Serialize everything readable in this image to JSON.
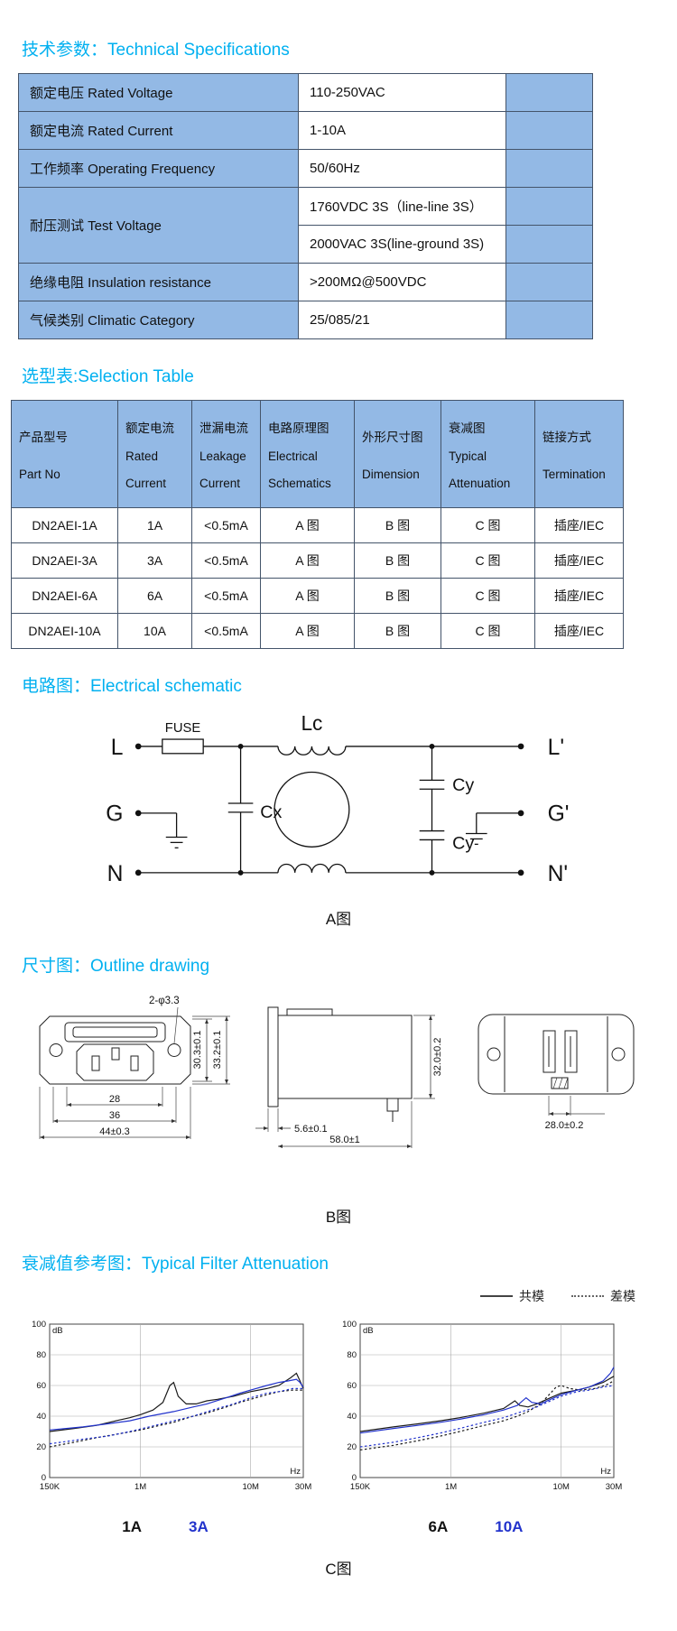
{
  "theme": {
    "accent": "#00b0f0",
    "table-fill": "#93b9e5",
    "table-border": "#44546a",
    "curve-black": "#1a1a1a",
    "curve-blue": "#2233cc"
  },
  "specs": {
    "title": "技术参数：Technical Specifications",
    "rows": [
      {
        "label": "额定电压 Rated Voltage",
        "values": [
          "110-250VAC"
        ]
      },
      {
        "label": "额定电流 Rated Current",
        "values": [
          "1-10A"
        ]
      },
      {
        "label": "工作频率 Operating Frequency",
        "values": [
          "50/60Hz"
        ]
      },
      {
        "label": "耐压测试 Test Voltage",
        "values": [
          "1760VDC 3S（line-line 3S）",
          "2000VAC 3S(line-ground 3S)"
        ]
      },
      {
        "label": "绝缘电阻 Insulation resistance",
        "values": [
          ">200MΩ@500VDC"
        ]
      },
      {
        "label": "气候类别 Climatic Category",
        "values": [
          "25/085/21"
        ]
      }
    ]
  },
  "selection": {
    "title": "选型表:Selection Table",
    "headers": [
      {
        "lines": [
          "产品型号",
          "Part No"
        ]
      },
      {
        "lines": [
          "额定电流",
          "Rated",
          "Current"
        ]
      },
      {
        "lines": [
          "泄漏电流",
          "Leakage",
          "Current"
        ]
      },
      {
        "lines": [
          "电路原理图",
          "Electrical",
          "Schematics"
        ]
      },
      {
        "lines": [
          "外形尺寸图",
          "Dimension"
        ]
      },
      {
        "lines": [
          "衰减图",
          "Typical",
          "Attenuation"
        ]
      },
      {
        "lines": [
          "链接方式",
          "Termination"
        ]
      }
    ],
    "rows": [
      [
        "DN2AEI-1A",
        "1A",
        "<0.5mA",
        "A 图",
        "B 图",
        "C 图",
        "插座/IEC"
      ],
      [
        "DN2AEI-3A",
        "3A",
        "<0.5mA",
        "A 图",
        "B 图",
        "C 图",
        "插座/IEC"
      ],
      [
        "DN2AEI-6A",
        "6A",
        "<0.5mA",
        "A 图",
        "B 图",
        "C 图",
        "插座/IEC"
      ],
      [
        "DN2AEI-10A",
        "10A",
        "<0.5mA",
        "A 图",
        "B 图",
        "C 图",
        "插座/IEC"
      ]
    ]
  },
  "schematic": {
    "title": "电路图：Electrical schematic",
    "caption": "A图",
    "labels": {
      "left_top": "L",
      "left_mid": "G",
      "left_bottom": "N",
      "right_top": "L'",
      "right_mid": "G'",
      "right_bottom": "N'",
      "fuse": "FUSE",
      "lc": "Lc",
      "cx": "Cx",
      "cy_top": "Cy",
      "cy_bottom": "Cy"
    }
  },
  "outline": {
    "title": "尺寸图：Outline drawing",
    "caption": "B图",
    "dims": {
      "hole": "2-φ3.3",
      "front_height_inner": "30.3±0.1",
      "front_height_outer": "33.2±0.1",
      "front_width_inner": "28",
      "front_width_mid": "36",
      "front_width_outer": "44±0.3",
      "side_height": "32.0±0.2",
      "flange_thickness": "5.6±0.1",
      "body_length": "58.0±1",
      "rear_width": "28.0±0.2"
    }
  },
  "attenuation": {
    "title": "衰减值参考图：Typical Filter Attenuation",
    "caption": "C图",
    "legend": [
      {
        "label": "共模",
        "style": "solid"
      },
      {
        "label": "差模",
        "style": "dashed"
      }
    ],
    "footers": [
      [
        "1A",
        "3A"
      ],
      [
        "6A",
        "10A"
      ]
    ]
  },
  "chart_data": [
    {
      "type": "line",
      "title": "Typical Filter Attenuation 1A/3A",
      "x_unit": "Hz",
      "y_unit": "dB",
      "x_ticks": [
        "150K",
        "1M",
        "10M",
        "30M"
      ],
      "x_tick_freq_mhz": [
        0.15,
        1,
        10,
        30
      ],
      "x_gridlines_mhz": [
        1,
        10
      ],
      "ylim": [
        0,
        100
      ],
      "y_ticks": [
        0,
        20,
        40,
        60,
        80,
        100
      ],
      "series": [
        {
          "name": "1A-共模",
          "color": "#1a1a1a",
          "dash": "solid",
          "points": [
            [
              0.15,
              30
            ],
            [
              0.25,
              32
            ],
            [
              0.4,
              34
            ],
            [
              0.6,
              37
            ],
            [
              0.8,
              39
            ],
            [
              1.0,
              41
            ],
            [
              1.3,
              44
            ],
            [
              1.6,
              49
            ],
            [
              1.85,
              60
            ],
            [
              2.0,
              62
            ],
            [
              2.2,
              53
            ],
            [
              2.6,
              48
            ],
            [
              3.2,
              48
            ],
            [
              4,
              50
            ],
            [
              5,
              51
            ],
            [
              7,
              53
            ],
            [
              10,
              56
            ],
            [
              14,
              58
            ],
            [
              18,
              60
            ],
            [
              23,
              65
            ],
            [
              26,
              68
            ],
            [
              28,
              63
            ],
            [
              30,
              58
            ]
          ]
        },
        {
          "name": "1A-差模",
          "color": "#1a1a1a",
          "dash": "dashed",
          "points": [
            [
              0.15,
              20
            ],
            [
              0.25,
              23
            ],
            [
              0.4,
              26
            ],
            [
              0.7,
              29
            ],
            [
              1,
              31
            ],
            [
              1.5,
              34
            ],
            [
              2,
              36
            ],
            [
              3,
              40
            ],
            [
              4,
              42
            ],
            [
              6,
              46
            ],
            [
              8,
              49
            ],
            [
              10,
              51
            ],
            [
              14,
              54
            ],
            [
              18,
              56
            ],
            [
              24,
              57
            ],
            [
              30,
              57
            ]
          ]
        },
        {
          "name": "3A-共模",
          "color": "#2233cc",
          "dash": "solid",
          "points": [
            [
              0.15,
              31
            ],
            [
              0.3,
              33
            ],
            [
              0.5,
              35
            ],
            [
              0.8,
              37
            ],
            [
              1.2,
              40
            ],
            [
              2,
              43
            ],
            [
              3,
              46
            ],
            [
              4,
              48
            ],
            [
              6,
              52
            ],
            [
              8,
              55
            ],
            [
              10,
              57
            ],
            [
              14,
              60
            ],
            [
              18,
              62
            ],
            [
              22,
              63
            ],
            [
              26,
              64
            ],
            [
              28,
              62
            ],
            [
              30,
              59
            ]
          ]
        },
        {
          "name": "3A-差模",
          "color": "#2233cc",
          "dash": "dashed",
          "points": [
            [
              0.15,
              22
            ],
            [
              0.3,
              25
            ],
            [
              0.5,
              27
            ],
            [
              0.8,
              30
            ],
            [
              1.2,
              33
            ],
            [
              2,
              37
            ],
            [
              3,
              40
            ],
            [
              5,
              45
            ],
            [
              7,
              48
            ],
            [
              10,
              52
            ],
            [
              14,
              55
            ],
            [
              18,
              56
            ],
            [
              24,
              58
            ],
            [
              30,
              58
            ]
          ]
        }
      ]
    },
    {
      "type": "line",
      "title": "Typical Filter Attenuation 6A/10A",
      "x_unit": "Hz",
      "y_unit": "dB",
      "x_ticks": [
        "150K",
        "1M",
        "10M",
        "30M"
      ],
      "x_tick_freq_mhz": [
        0.15,
        1,
        10,
        30
      ],
      "x_gridlines_mhz": [
        1,
        10
      ],
      "ylim": [
        0,
        100
      ],
      "y_ticks": [
        0,
        20,
        40,
        60,
        80,
        100
      ],
      "series": [
        {
          "name": "6A-共模",
          "color": "#1a1a1a",
          "dash": "solid",
          "points": [
            [
              0.15,
              30
            ],
            [
              0.3,
              33
            ],
            [
              0.5,
              35
            ],
            [
              0.8,
              37
            ],
            [
              1.2,
              39
            ],
            [
              2,
              42
            ],
            [
              3,
              45
            ],
            [
              3.8,
              50
            ],
            [
              4.2,
              47
            ],
            [
              5,
              46
            ],
            [
              6,
              48
            ],
            [
              8,
              52
            ],
            [
              10,
              55
            ],
            [
              14,
              57
            ],
            [
              18,
              59
            ],
            [
              24,
              62
            ],
            [
              30,
              66
            ]
          ]
        },
        {
          "name": "6A-差模",
          "color": "#1a1a1a",
          "dash": "dashed",
          "points": [
            [
              0.15,
              18
            ],
            [
              0.3,
              21
            ],
            [
              0.5,
              24
            ],
            [
              0.8,
              27
            ],
            [
              1.2,
              30
            ],
            [
              2,
              34
            ],
            [
              3,
              37
            ],
            [
              4,
              40
            ],
            [
              5,
              43
            ],
            [
              6.5,
              48
            ],
            [
              8,
              55
            ],
            [
              9,
              59
            ],
            [
              10,
              60
            ],
            [
              12,
              58
            ],
            [
              15,
              57
            ],
            [
              20,
              58
            ],
            [
              25,
              60
            ],
            [
              30,
              63
            ]
          ]
        },
        {
          "name": "10A-共模",
          "color": "#2233cc",
          "dash": "solid",
          "points": [
            [
              0.15,
              29
            ],
            [
              0.3,
              32
            ],
            [
              0.5,
              34
            ],
            [
              0.8,
              36
            ],
            [
              1.2,
              38
            ],
            [
              2,
              41
            ],
            [
              3,
              44
            ],
            [
              4,
              47
            ],
            [
              4.8,
              52
            ],
            [
              5.4,
              49
            ],
            [
              6.5,
              48
            ],
            [
              8,
              51
            ],
            [
              10,
              54
            ],
            [
              14,
              57
            ],
            [
              18,
              59
            ],
            [
              24,
              63
            ],
            [
              28,
              68
            ],
            [
              30,
              72
            ]
          ]
        },
        {
          "name": "10A-差模",
          "color": "#2233cc",
          "dash": "dashed",
          "points": [
            [
              0.15,
              20
            ],
            [
              0.3,
              23
            ],
            [
              0.5,
              26
            ],
            [
              0.8,
              29
            ],
            [
              1.2,
              32
            ],
            [
              2,
              36
            ],
            [
              3,
              39
            ],
            [
              4,
              42
            ],
            [
              6,
              46
            ],
            [
              8,
              50
            ],
            [
              10,
              53
            ],
            [
              14,
              56
            ],
            [
              18,
              57
            ],
            [
              24,
              59
            ],
            [
              30,
              60
            ]
          ]
        }
      ]
    }
  ]
}
